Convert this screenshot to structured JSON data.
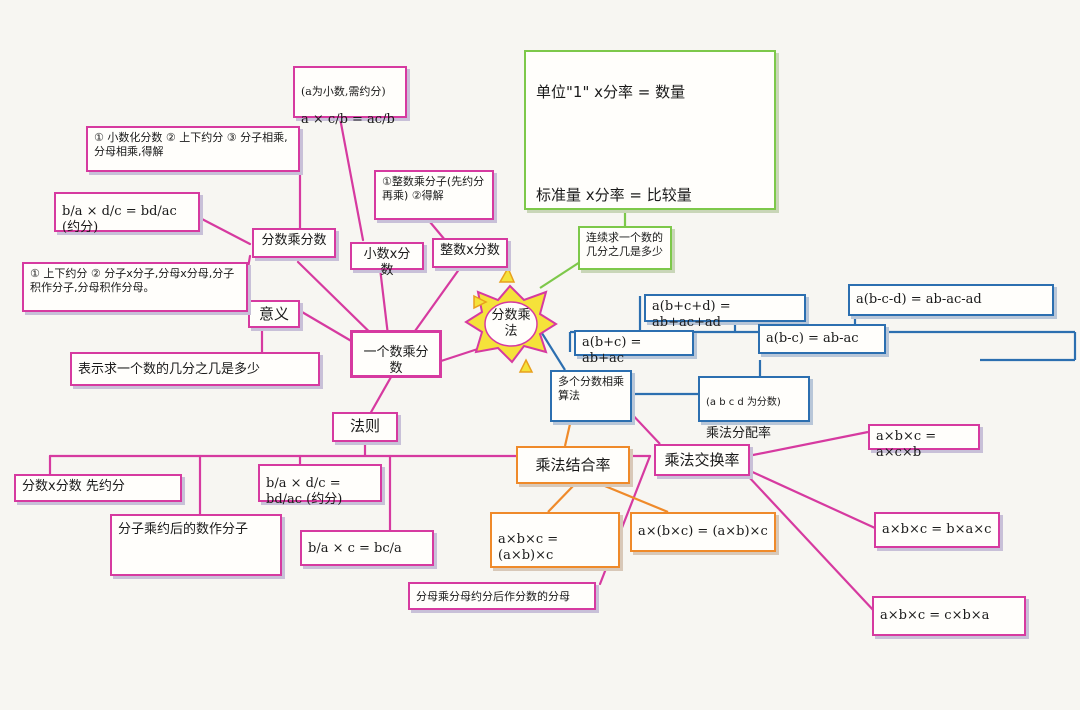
{
  "colors": {
    "pink": "#d63aa0",
    "green": "#7dc84a",
    "blue": "#2c6fb0",
    "orange": "#ef8a2a",
    "yellow": "#f5e23a"
  },
  "left_map": {
    "center": "一个数乘分数",
    "meaning_label": "意义",
    "meaning_text": "表示求一个数的几分之几是多少",
    "decimal_times_fraction": "小数x分数",
    "decimal_condition": "(a为小数,需约分)",
    "decimal_formula": "a × c/b = ac/b",
    "decimal_steps": "① 小数化分数 ② 上下约分 ③ 分子相乘,分母相乘,得解",
    "integer_times_fraction": "整数x分数",
    "integer_steps": "①整数乘分子(先约分再乘) ②得解",
    "fraction_times_fraction": "分数乘分数",
    "fraction_formula": "b/a × d/c = bd/ac (约分)",
    "fraction_steps": "① 上下约分 ② 分子x分子,分母x分母,分子积作分子,分母积作分母。",
    "rule_label": "法则",
    "rule_1": "分数x分数 先约分",
    "rule_2": "分子乘约后的数作分子",
    "rule_formula_1": "b/a × d/c = bd/ac (约分)",
    "rule_formula_2": "b/a × c = bc/a",
    "rule_3": "分母乘分母约分后作分数的分母"
  },
  "right_map": {
    "center": "分数乘法",
    "top_box_line1": "单位\"1\" x分率 = 数量",
    "top_box_line2": "标准量 x分率 = 比较量",
    "application": "连续求一个数的几分之几是多少",
    "formula_distrib_4": "a(b+c+d) = ab+ac+ad",
    "formula_minus_3": "a(b-c-d) = ab-ac-ad",
    "formula_distrib": "a(b+c) = ab+ac",
    "formula_minus": "a(b-c) = ab-ac",
    "multi_fraction": "多个分数相乘算法",
    "distributive_note": "(a b c d 为分数)",
    "distributive": "乘法分配率",
    "associative": "乘法结合率",
    "assoc_formula_1": "a×b×c = (a×b)×c",
    "assoc_formula_2": "a×(b×c) = (a×b)×c",
    "commutative": "乘法交换率",
    "comm_formula_1": "a×b×c = a×c×b",
    "comm_formula_2": "a×b×c = b×a×c",
    "comm_formula_3": "a×b×c = c×b×a"
  }
}
